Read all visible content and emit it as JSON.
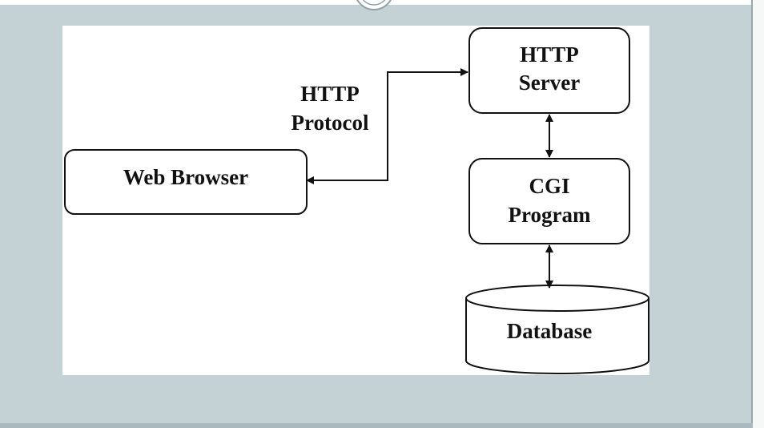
{
  "diagram": {
    "nodes": {
      "http_server": [
        "HTTP",
        "Server"
      ],
      "cgi_program": [
        "CGI",
        "Program"
      ],
      "web_browser": [
        "Web Browser"
      ],
      "database": [
        "Database"
      ]
    },
    "edge_labels": {
      "http_protocol": [
        "HTTP",
        "Protocol"
      ]
    },
    "colors": {
      "stroke": "#111111",
      "canvas": "#ffffff",
      "frame": "#c4d2d5"
    }
  }
}
